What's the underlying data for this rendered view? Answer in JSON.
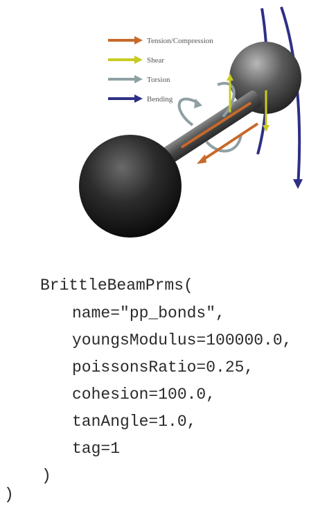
{
  "legend": {
    "items": [
      {
        "label": "Tension/Compression",
        "color": "#c8692a"
      },
      {
        "label": "Shear",
        "color": "#c8cc22"
      },
      {
        "label": "Torsion",
        "color": "#8fa0a3"
      },
      {
        "label": "Bending",
        "color": "#2e2f86"
      }
    ]
  },
  "code": {
    "lines": [
      "BrittleBeamPrms(",
      "name=\"pp_bonds\",",
      "youngsModulus=100000.0,",
      "poissonsRatio=0.25,",
      "cohesion=100.0,",
      "tanAngle=1.0,",
      "tag=1",
      ")",
      ")"
    ]
  }
}
